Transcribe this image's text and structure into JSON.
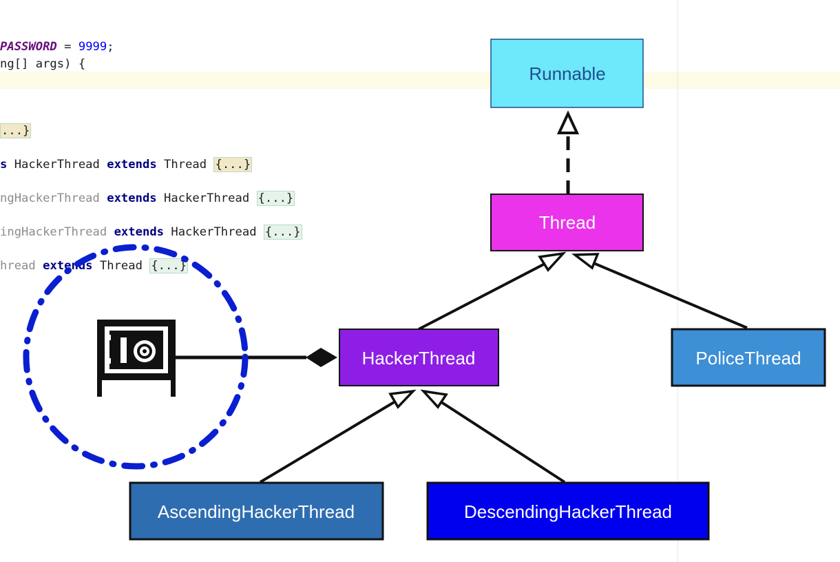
{
  "editor": {
    "lines": [
      {
        "id": "password",
        "parts": [
          {
            "t": "PASSWORD",
            "c": "const"
          },
          {
            "t": " = ",
            "c": ""
          },
          {
            "t": "9999",
            "c": "num"
          },
          {
            "t": ";",
            "c": ""
          }
        ]
      },
      {
        "id": "main",
        "parts": [
          {
            "t": "ng[] args) {",
            "c": ""
          }
        ]
      },
      {
        "id": "fold1",
        "parts": [
          {
            "t": "...}",
            "c": "fold sel"
          }
        ]
      },
      {
        "id": "hacker",
        "parts": [
          {
            "t": "s ",
            "c": "kw"
          },
          {
            "t": "HackerThread ",
            "c": ""
          },
          {
            "t": "extends",
            "c": "kw"
          },
          {
            "t": " Thread ",
            "c": ""
          },
          {
            "t": "{...}",
            "c": "fold sel"
          }
        ]
      },
      {
        "id": "asc",
        "parts": [
          {
            "t": "ngHackerThread ",
            "c": "muted"
          },
          {
            "t": "extends",
            "c": "kw"
          },
          {
            "t": " HackerThread ",
            "c": ""
          },
          {
            "t": "{...}",
            "c": "fold"
          }
        ]
      },
      {
        "id": "desc",
        "parts": [
          {
            "t": "ingHackerThread ",
            "c": "muted"
          },
          {
            "t": "extends",
            "c": "kw"
          },
          {
            "t": " HackerThread ",
            "c": ""
          },
          {
            "t": "{...}",
            "c": "fold"
          }
        ]
      },
      {
        "id": "police",
        "parts": [
          {
            "t": "hread ",
            "c": "muted"
          },
          {
            "t": "extends",
            "c": "kw"
          },
          {
            "t": " Thread ",
            "c": ""
          },
          {
            "t": "{...}",
            "c": "fold"
          }
        ]
      }
    ]
  },
  "diagram": {
    "nodes": {
      "runnable": {
        "label": "Runnable",
        "fill": "#6ee8fb",
        "text_color": "#1f4e8c"
      },
      "thread": {
        "label": "Thread",
        "fill": "#ea33ea",
        "text_color": "#ffffff"
      },
      "hacker_thread": {
        "label": "HackerThread",
        "fill": "#8e1ee6",
        "text_color": "#ffffff"
      },
      "police_thread": {
        "label": "PoliceThread",
        "fill": "#3d8fd6",
        "text_color": "#ffffff"
      },
      "ascending_hacker_thread": {
        "label": "AscendingHackerThread",
        "fill": "#2e6db0",
        "text_color": "#ffffff"
      },
      "descending_hacker_thread": {
        "label": "DescendingHackerThread",
        "fill": "#0000ee",
        "text_color": "#ffffff"
      }
    },
    "vault_icon": "vault-icon",
    "annotation_color": "#0a1fd0"
  }
}
